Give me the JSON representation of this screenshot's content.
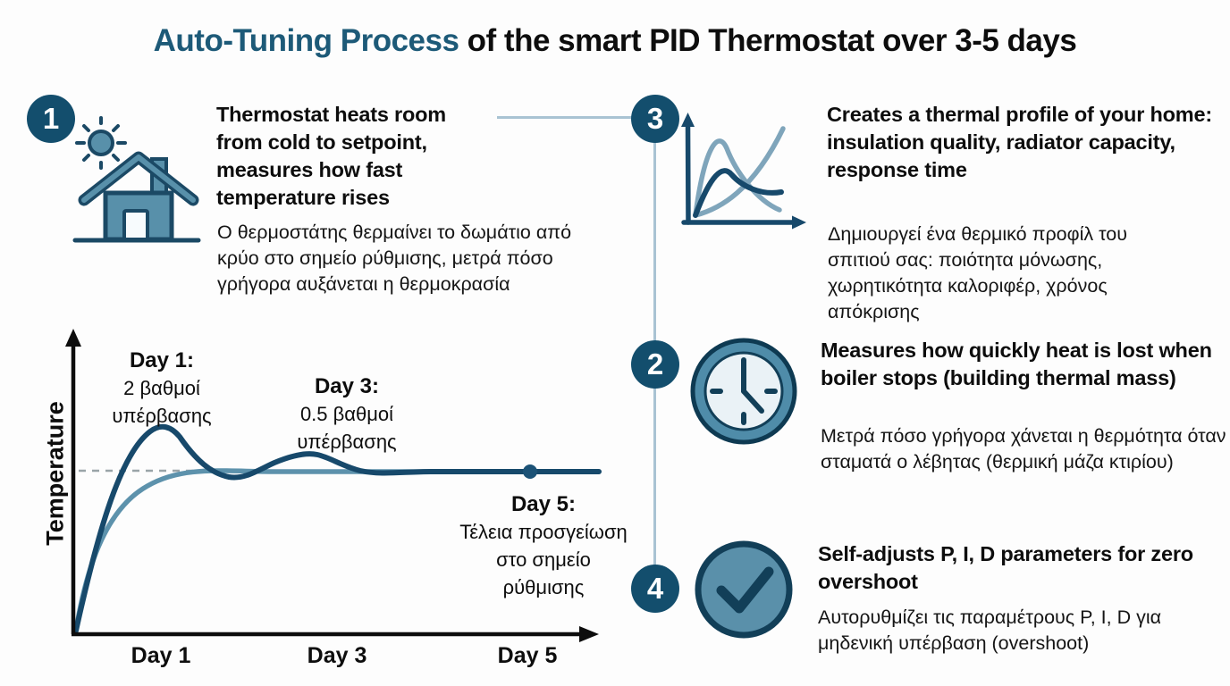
{
  "title": {
    "highlight": "Auto-Tuning Process",
    "rest": " of the smart PID Thermostat over 3-5 days"
  },
  "steps": [
    {
      "number": "1",
      "icon": "house-sun",
      "heading_en": "Thermostat heats room from cold to setpoint, measures how fast temperature rises",
      "body_el": "Ο θερμοστάτης θερμαίνει το δωμάτιο από κρύο στο σημείο ρύθμισης, μετρά πόσο γρήγορα αυξάνεται η θερμοκρασία"
    },
    {
      "number": "2",
      "icon": "clock",
      "heading_en": "Measures how quickly heat is lost when boiler stops (building thermal mass)",
      "body_el": "Μετρά πόσο γρήγορα χάνεται η θερμότητα όταν σταματά ο λέβητας (θερμική μάζα κτιρίου)"
    },
    {
      "number": "3",
      "icon": "mini-chart",
      "heading_en": "Creates a thermal profile of your home: insulation quality, radiator capacity, response time",
      "body_el": "Δημιουργεί ένα θερμικό προφίλ του σπιτιού σας: ποιότητα μόνωσης, χωρητικότητα καλοριφέρ, χρόνος απόκρισης"
    },
    {
      "number": "4",
      "icon": "checkmark",
      "heading_en": "Self-adjusts P, I, D parameters for zero overshoot",
      "body_el": "Αυτορυθμίζει τις παραμέτρους P, I, D για μηδενική υπέρβαση (overshoot)"
    }
  ],
  "chart_data": {
    "type": "line",
    "ylabel": "Temperature",
    "x_ticks": [
      "Day 1",
      "Day 3",
      "Day 5"
    ],
    "setpoint": {
      "style": "dashed",
      "value": 1.0
    },
    "series": [
      {
        "name": "auto-tuning response with shrinking overshoot",
        "color": "#17496b",
        "x_days": [
          0,
          0.3,
          0.6,
          1.0,
          1.4,
          1.8,
          2.3,
          2.8,
          3.0,
          3.4,
          4.0,
          4.6,
          5.0
        ],
        "y_rel_setpoint": [
          0,
          0.45,
          0.88,
          1.12,
          1.04,
          0.97,
          0.98,
          1.02,
          1.03,
          1.0,
          1.0,
          1.0,
          1.0
        ]
      },
      {
        "name": "ideal first-order approach to setpoint",
        "color": "#5d92ac",
        "x_days": [
          0,
          0.3,
          0.6,
          1.0,
          1.5,
          2.0,
          3.0,
          4.0,
          5.0
        ],
        "y_rel_setpoint": [
          0,
          0.35,
          0.65,
          0.88,
          0.98,
          1.0,
          1.0,
          1.0,
          1.0
        ]
      }
    ],
    "overshoot_degrees": {
      "day1": 2,
      "day3": 0.5,
      "day5": 0
    },
    "annotations": [
      {
        "title": "Day 1:",
        "lines": [
          "2 βαθμοί",
          "υπέρβασης"
        ]
      },
      {
        "title": "Day 3:",
        "lines": [
          "0.5 βαθμοί",
          "υπέρβασης"
        ]
      },
      {
        "title": "Day 5:",
        "lines": [
          "Τέλεια προσγείωση",
          "στο σημείο",
          "ρύθμισης"
        ]
      }
    ]
  },
  "colors": {
    "accent_teal": "#1d5a78",
    "circle_fill": "#134e6d",
    "dark_navy": "#17496b",
    "steel_blue": "#5d92ac",
    "connector": "#a9c3d3",
    "text": "#0d0d0d"
  }
}
